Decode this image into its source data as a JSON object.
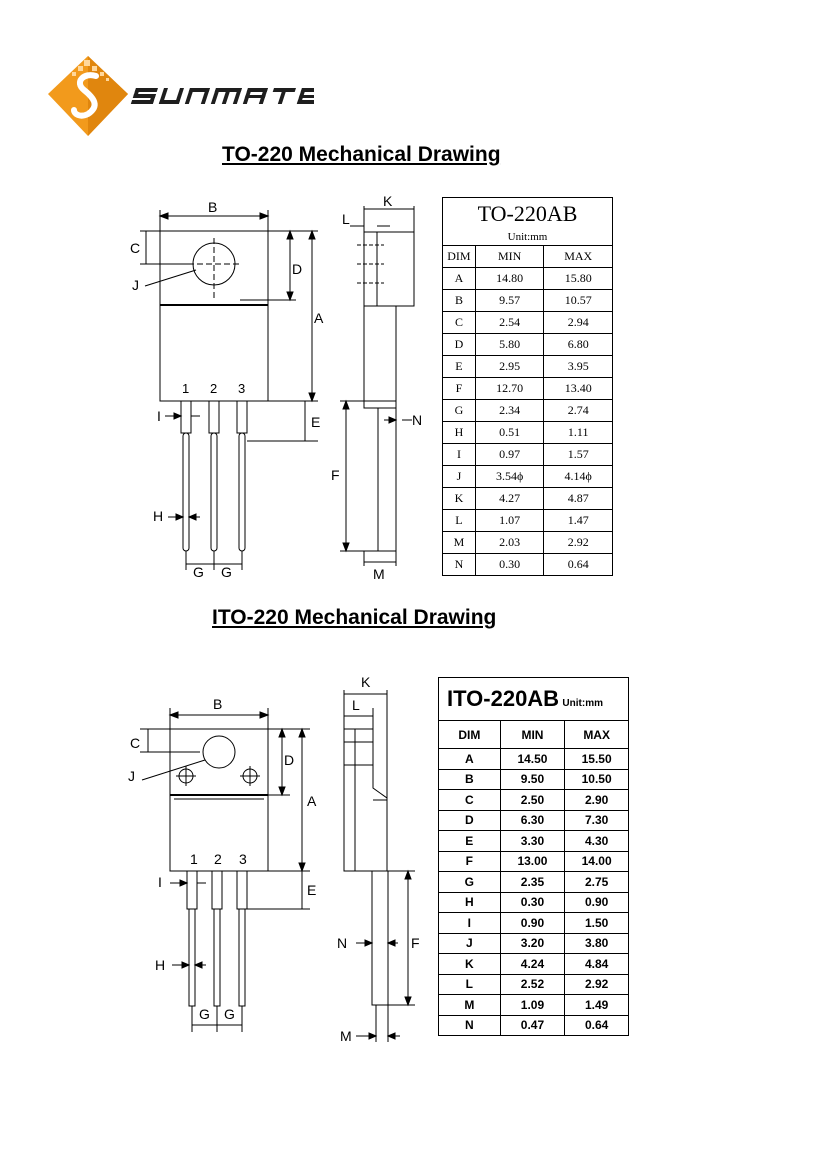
{
  "logo": {
    "text": "SUNMATE",
    "colors": {
      "orange": "#f29a1c",
      "dark": "#1e1e1e"
    }
  },
  "section1": {
    "title": "TO-220 Mechanical Drawing",
    "table": {
      "title": "TO-220AB",
      "unit": "Unit:mm",
      "headers": [
        "DIM",
        "MIN",
        "MAX"
      ],
      "rows": [
        [
          "A",
          "14.80",
          "15.80"
        ],
        [
          "B",
          "9.57",
          "10.57"
        ],
        [
          "C",
          "2.54",
          "2.94"
        ],
        [
          "D",
          "5.80",
          "6.80"
        ],
        [
          "E",
          "2.95",
          "3.95"
        ],
        [
          "F",
          "12.70",
          "13.40"
        ],
        [
          "G",
          "2.34",
          "2.74"
        ],
        [
          "H",
          "0.51",
          "1.11"
        ],
        [
          "I",
          "0.97",
          "1.57"
        ],
        [
          "J",
          "3.54ϕ",
          "4.14ϕ"
        ],
        [
          "K",
          "4.27",
          "4.87"
        ],
        [
          "L",
          "1.07",
          "1.47"
        ],
        [
          "M",
          "2.03",
          "2.92"
        ],
        [
          "N",
          "0.30",
          "0.64"
        ]
      ]
    },
    "labels": {
      "A": "A",
      "B": "B",
      "C": "C",
      "D": "D",
      "E": "E",
      "F": "F",
      "G": "G",
      "H": "H",
      "I": "I",
      "J": "J",
      "K": "K",
      "L": "L",
      "M": "M",
      "N": "N",
      "pin1": "1",
      "pin2": "2",
      "pin3": "3"
    }
  },
  "section2": {
    "title": "ITO-220 Mechanical Drawing",
    "table": {
      "title": "ITO-220AB",
      "unit": "Unit:mm",
      "headers": [
        "DIM",
        "MIN",
        "MAX"
      ],
      "rows": [
        [
          "A",
          "14.50",
          "15.50"
        ],
        [
          "B",
          "9.50",
          "10.50"
        ],
        [
          "C",
          "2.50",
          "2.90"
        ],
        [
          "D",
          "6.30",
          "7.30"
        ],
        [
          "E",
          "3.30",
          "4.30"
        ],
        [
          "F",
          "13.00",
          "14.00"
        ],
        [
          "G",
          "2.35",
          "2.75"
        ],
        [
          "H",
          "0.30",
          "0.90"
        ],
        [
          "I",
          "0.90",
          "1.50"
        ],
        [
          "J",
          "3.20",
          "3.80"
        ],
        [
          "K",
          "4.24",
          "4.84"
        ],
        [
          "L",
          "2.52",
          "2.92"
        ],
        [
          "M",
          "1.09",
          "1.49"
        ],
        [
          "N",
          "0.47",
          "0.64"
        ]
      ]
    },
    "labels": {
      "A": "A",
      "B": "B",
      "C": "C",
      "D": "D",
      "E": "E",
      "F": "F",
      "G": "G",
      "H": "H",
      "I": "I",
      "J": "J",
      "K": "K",
      "L": "L",
      "M": "M",
      "N": "N",
      "pin1": "1",
      "pin2": "2",
      "pin3": "3"
    }
  }
}
